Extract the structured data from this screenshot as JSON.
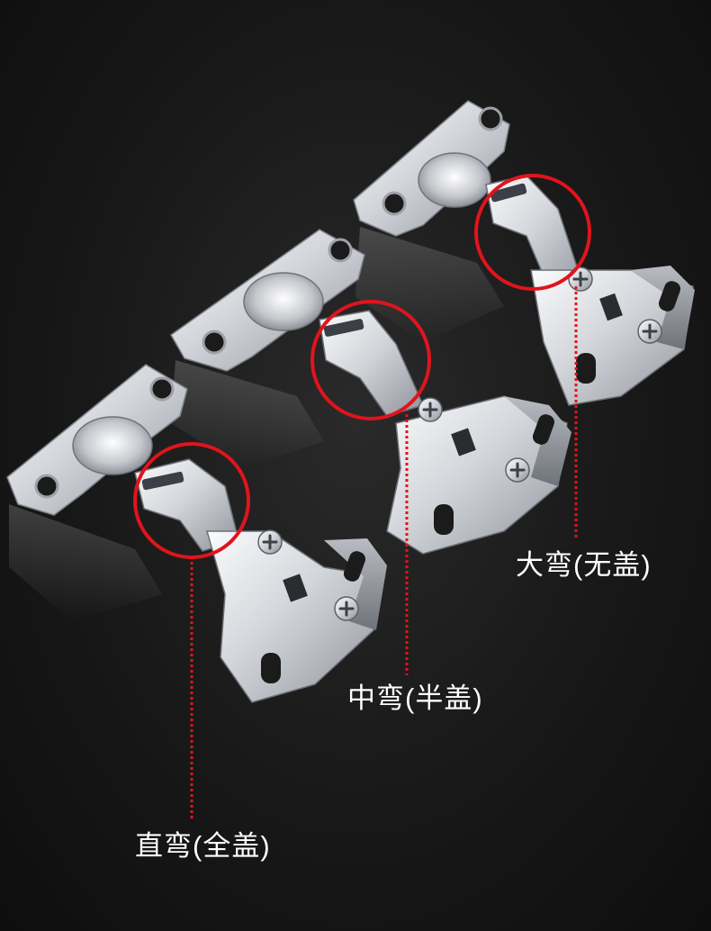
{
  "captions": {
    "large_bend": "大弯(无盖)",
    "medium_bend": "中弯(半盖)",
    "straight_bend": "直弯(全盖)"
  },
  "colors": {
    "background": "#161616",
    "steel_light": "#f2f3f5",
    "steel_mid": "#c9ccd1",
    "steel_dark": "#8c9097",
    "highlight_circle": "#e0141c",
    "leader_line": "#e0141c",
    "caption_text": "#ffffff"
  },
  "scene": {
    "subject": "cabinet-hinge",
    "count": 3,
    "variants": [
      "straight_bend",
      "medium_bend",
      "large_bend"
    ]
  }
}
